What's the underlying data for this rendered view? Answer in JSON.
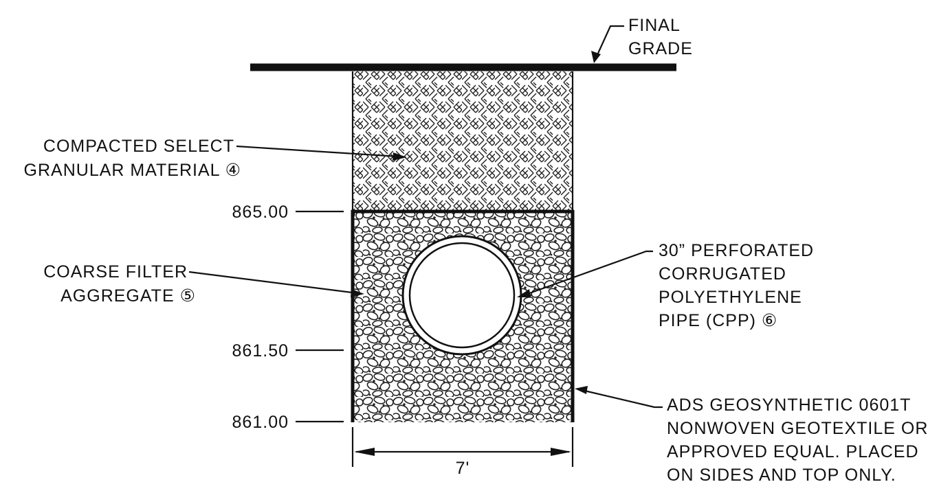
{
  "labels": {
    "final_grade": [
      "FINAL",
      "GRADE"
    ],
    "compacted": [
      "COMPACTED SELECT",
      "GRANULAR MATERIAL ④"
    ],
    "coarse": [
      "COARSE FILTER",
      "AGGREGATE ⑤"
    ],
    "pipe": [
      "30” PERFORATED",
      "CORRUGATED",
      "POLYETHYLENE",
      "PIPE (CPP) ⑥"
    ],
    "geotextile": [
      "ADS GEOSYNTHETIC 0601T",
      "NONWOVEN GEOTEXTILE OR",
      "APPROVED EQUAL. PLACED",
      "ON SIDES AND TOP ONLY."
    ]
  },
  "elevations": [
    "865.00",
    "861.50",
    "861.00"
  ],
  "dimension": "7'"
}
